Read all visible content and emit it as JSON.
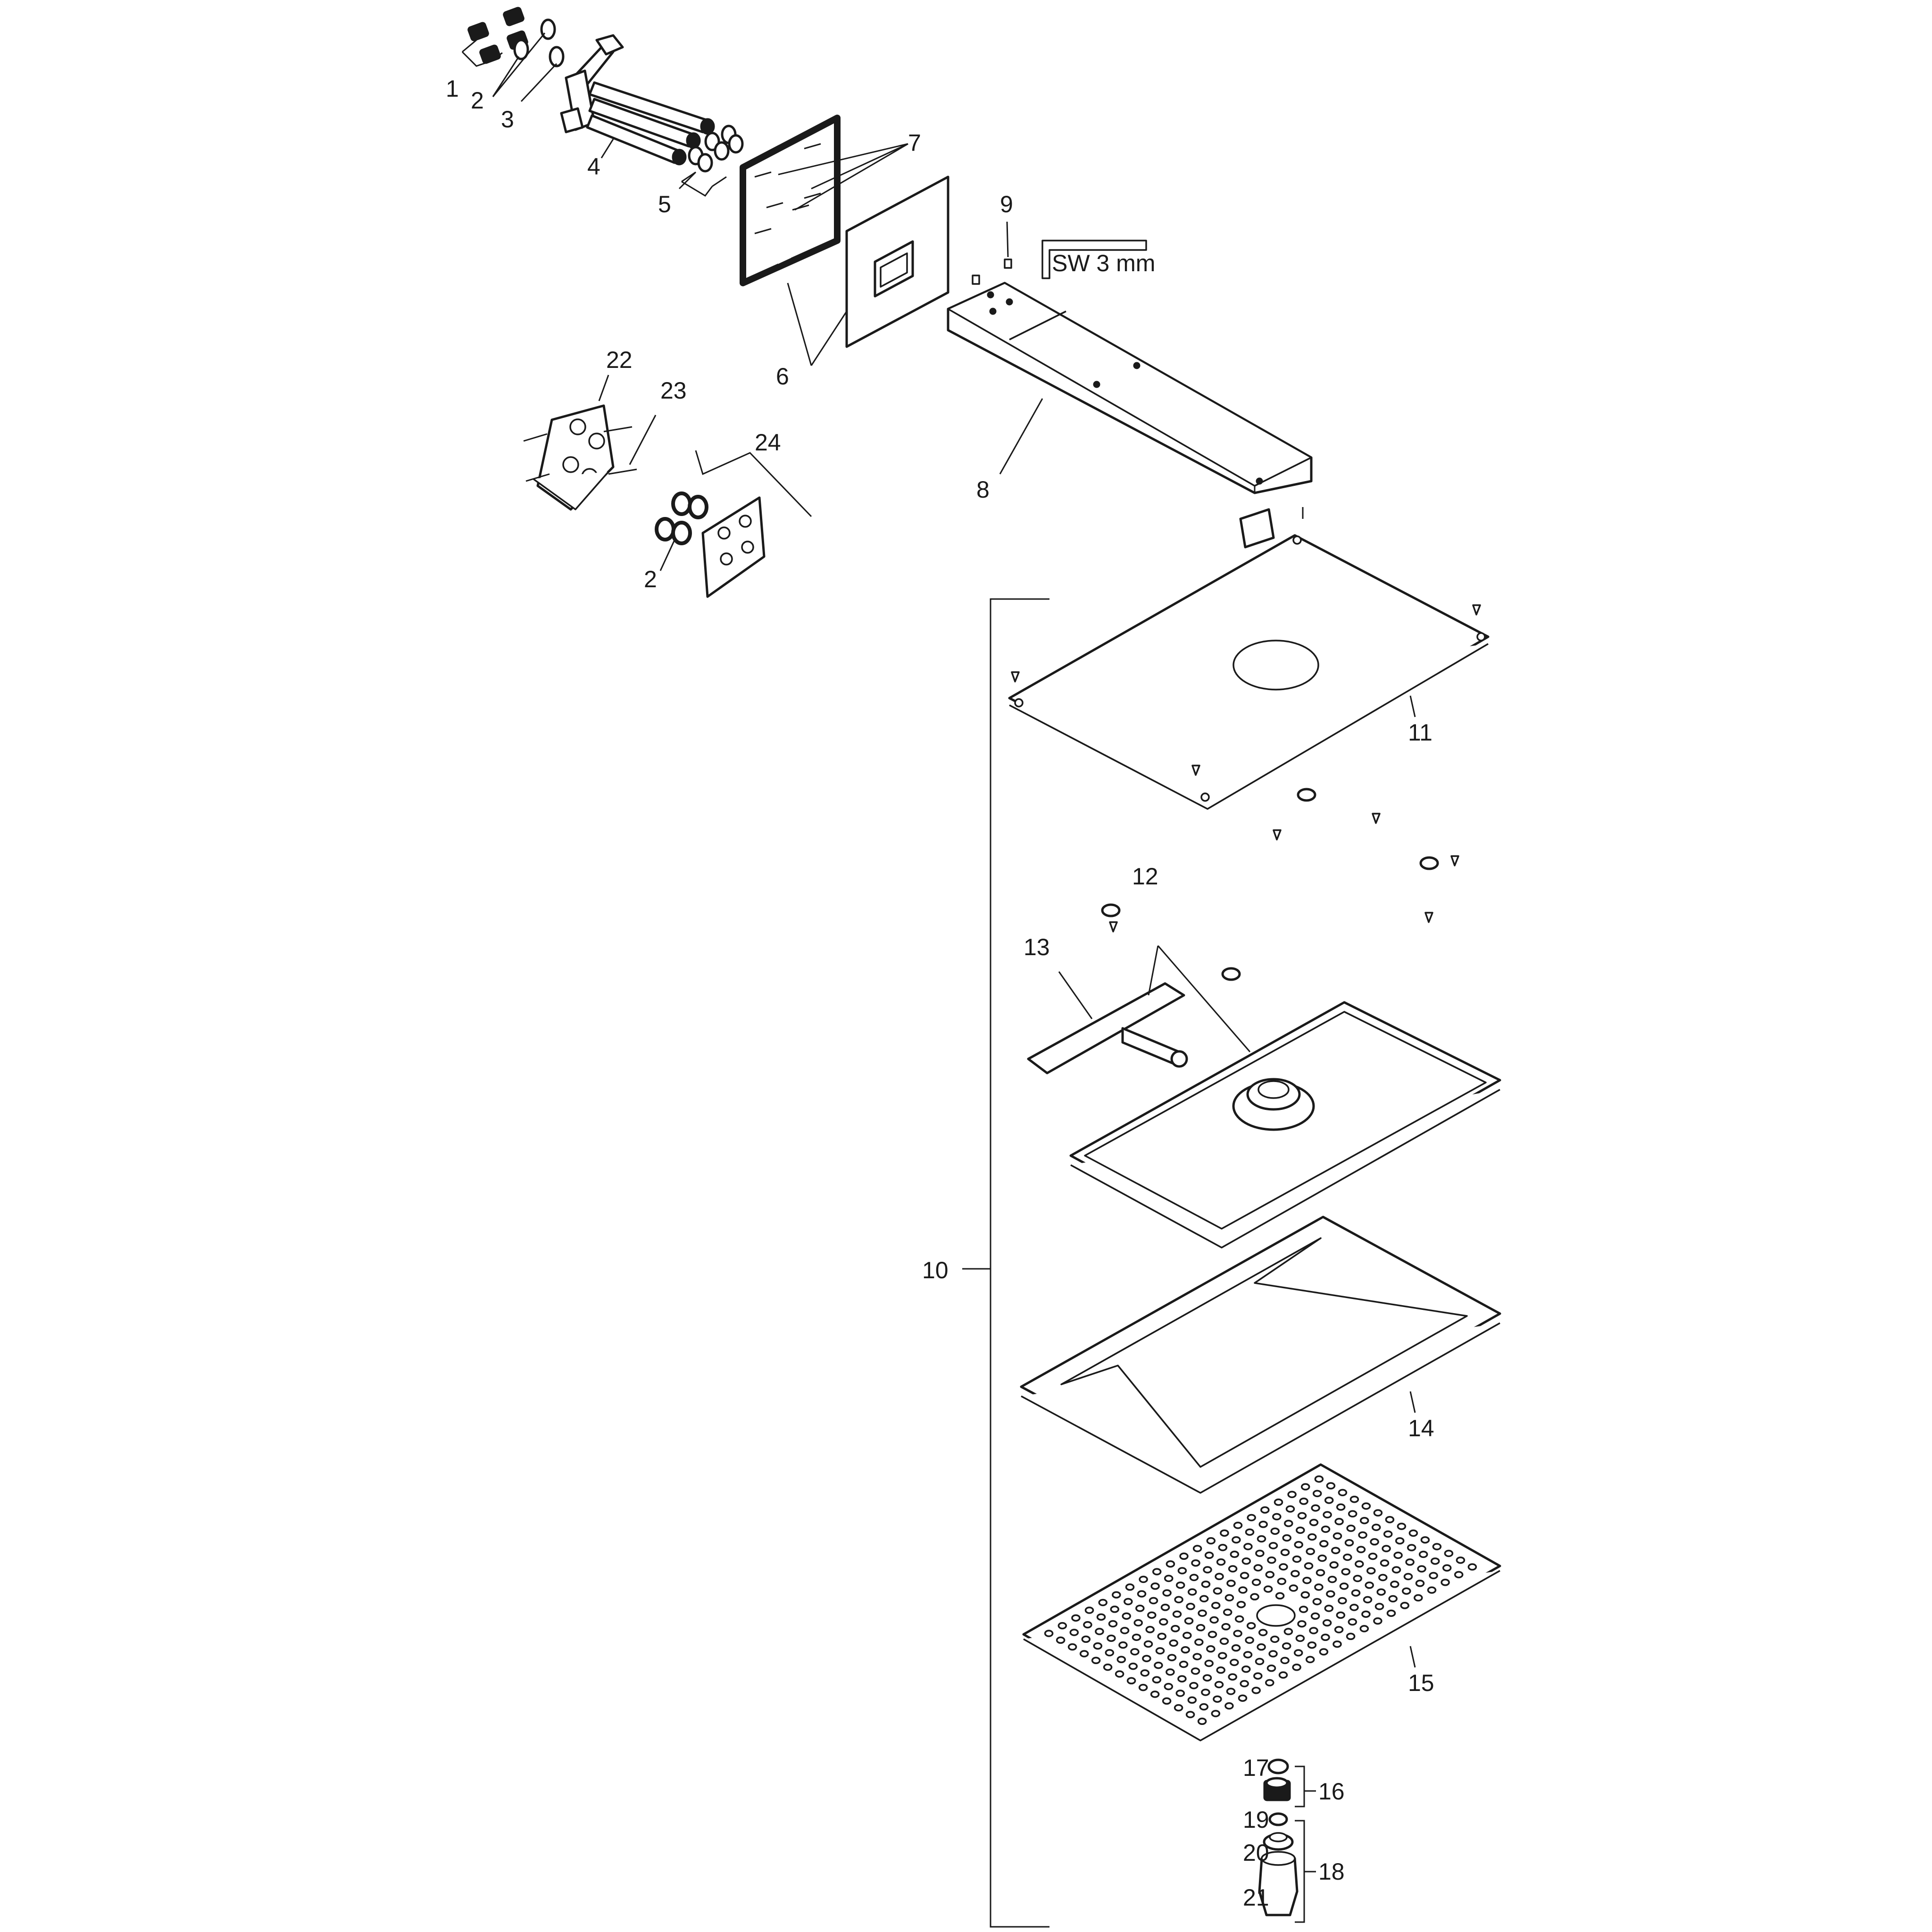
{
  "drawing": {
    "tool_label": "SW 3 mm",
    "callouts": {
      "c1": "1",
      "c2a": "2",
      "c2b": "2",
      "c3": "3",
      "c4": "4",
      "c5": "5",
      "c6": "6",
      "c7": "7",
      "c8": "8",
      "c9": "9",
      "c10": "10",
      "c11": "11",
      "c12": "12",
      "c13": "13",
      "c14": "14",
      "c15": "15",
      "c16": "16",
      "c17": "17",
      "c18": "18",
      "c19": "19",
      "c20": "20",
      "c21": "21",
      "c22": "22",
      "c23": "23",
      "c24": "24"
    }
  }
}
